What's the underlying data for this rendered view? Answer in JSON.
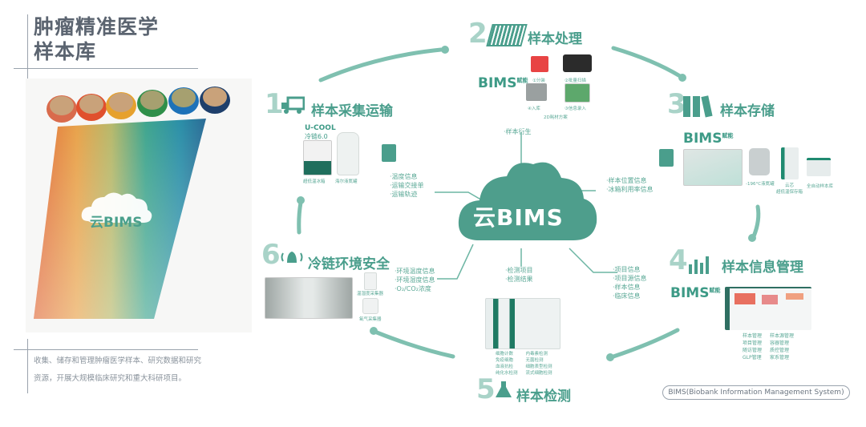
{
  "left_panel": {
    "title_line1": "肿瘤精准医学",
    "title_line2": "样本库",
    "photo_logo": "云BIMS",
    "description_line1": "收集、储存和管理肿瘤医学样本、研究数据和研究",
    "description_line2": "资源，开展大规模临床研究和重大科研项目。"
  },
  "center": {
    "cloud_label": "云BIMS"
  },
  "steps": [
    {
      "number": "1",
      "title": "样本采集运输",
      "icon": "truck-icon",
      "device_brand": "U-COOL",
      "device_model": "冷链6.0",
      "captions": [
        "超低温冰箱",
        "海尔液氮罐"
      ],
      "bullets": [
        "·温度信息",
        "·运输交接单",
        "·运输轨迹"
      ]
    },
    {
      "number": "2",
      "title": "样本处理",
      "icon": "tube-rack-icon",
      "bims": "BIMS",
      "bims_sup": "赋能",
      "captions": [
        "①分装",
        "②批量扫描",
        "③信息录入",
        "④入库"
      ],
      "sub_caption": "2D耗材方案",
      "bullets": [
        "·样本衍生"
      ]
    },
    {
      "number": "3",
      "title": "样本存储",
      "icon": "binders-icon",
      "bims": "BIMS",
      "bims_sup": "赋能",
      "captions": [
        "-196°C液氮罐",
        "云芯\n超低温保存箱",
        "全自动样本库"
      ],
      "bullets": [
        "·样本位置信息",
        "·冰箱利用率信息"
      ]
    },
    {
      "number": "4",
      "title": "样本信息管理",
      "icon": "bar-chart-icon",
      "bims": "BIMS",
      "bims_sup": "赋能",
      "features": [
        "样本管理",
        "样本源管理",
        "项目管理",
        "容器管理",
        "随访管理",
        "质控管理",
        "GLP管理",
        "家系管理"
      ],
      "bullets": [
        "·项目信息",
        "·项目源信息",
        "·样本信息",
        "·临床信息"
      ]
    },
    {
      "number": "5",
      "title": "样本检测",
      "icon": "flask-icon",
      "tests": [
        "细胞计数",
        "内毒素检测",
        "免疫细胞",
        "无菌检测",
        "血液抗检",
        "细胞表型检测",
        "纯化水检测",
        "流式细胞检测"
      ],
      "bullets": [
        "·检测项目",
        "·检测结果"
      ]
    },
    {
      "number": "6",
      "title": "冷链环境安全",
      "icon": "alarm-bell-icon",
      "captions": [
        "温湿度采集器",
        "氧气采集器"
      ],
      "bullets": [
        "·环境温度信息",
        "·环境湿度信息",
        "·O₂/CO₂浓度"
      ]
    }
  ],
  "footer": {
    "pill_text": "BIMS(Biobank Information Management System)"
  },
  "colors": {
    "teal": "#4a9e8c",
    "teal_light": "#a9d3c8",
    "gray_text": "#5b6470"
  }
}
